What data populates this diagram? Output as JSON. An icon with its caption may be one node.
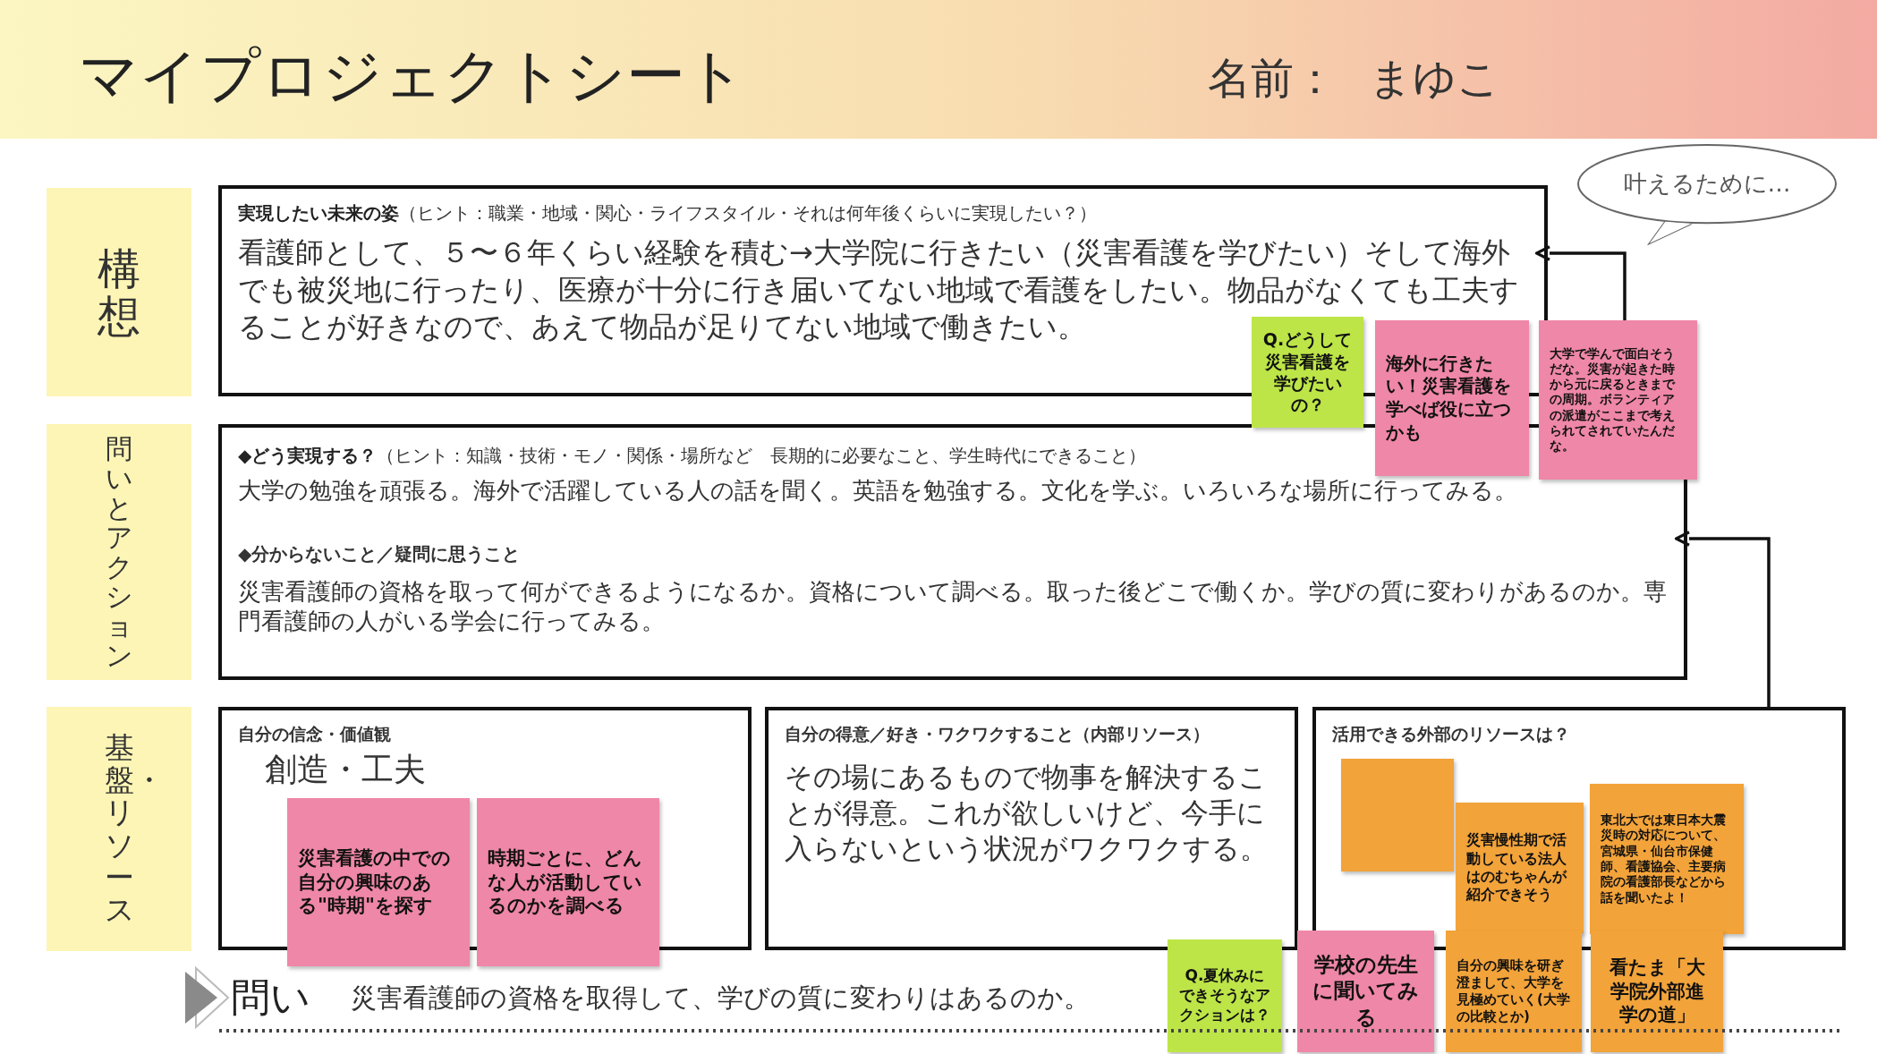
{
  "diagram": {
    "title": "マイプロジェクトシート",
    "nodes": [
      {
        "text": [
          "構想"
        ]
      },
      {
        "text": [
          "**実現したい未来の姿**（ヒント：職業・地域・関心・ライフスタイル・それは何年後くらいに実現したい？）",
          "看護師として、５〜６年くらい経験を積む→大学院に行きたい（災害看護を学びたい）そして海外でも被災地に行ったり、医療が十分に行き届いてない地域で看護をしたい。物品がなくても工夫することが好きなので、あえて物品が足りてない地域で働きたい。"
        ]
      },
      {
        "text": [
          "Q.どうして災害看護を学びたいの？"
        ]
      },
      {
        "text": [
          "海外に行きたい！災害看護を学べば役に立つかも"
        ]
      },
      {
        "text": [
          "大学で学んで面白そうだな。災害が起きた時から元に戻るときまでの周期。ボランティアの派遣がここまで考えられてされていたんだな。"
        ]
      },
      {
        "text": [
          "叶えるために…"
        ]
      },
      {
        "text": [
          "問いとアクション"
        ]
      },
      {
        "text": [
          "**◆どう実現する？**（ヒント：知識・技術・モノ・関係・場所など　長期的に必要なこと、学生時代にできること）",
          "大学の勉強を頑張る。海外で活躍している人の話を聞く。英語を勉強する。文化を学ぶ。いろいろな場所に行ってみる。",
          "◆分からないこと／疑問に思うこと",
          "災害看護師の資格を取って何ができるようになるか。資格について調べる。取った後どこで働くか。学びの質に変わりがあるのか。専門看護師の人がいる学会に行ってみる。"
        ]
      },
      {
        "text": [
          "基盤・リソース"
        ]
      },
      {
        "text": [
          "自分の信念・価値観",
          "創造・工夫"
        ]
      },
      {
        "text": [
          "災害看護の中での自分の興味のある\"時期\"を探す"
        ]
      },
      {
        "text": [
          "時期ごとに、どんな人が活動しているのかを調べる"
        ]
      },
      {
        "text": [
          "自分の得意／好き・ワクワクすること（内部リソース）",
          "その場にあるもので物事を解決することが得意。これが欲しいけど、今手に入らないという状況がワクワクする。"
        ]
      },
      {
        "text": [
          "活用できる外部のリソースは？"
        ]
      },
      {
        "text": [],
        "shape": "box",
        "in": 13
      },
      {
        "text": [
          "災害慢性期で活動している法人はのむちゃんが紹介できそう"
        ],
        "in": 13
      },
      {
        "text": [
          "東北大では東日本大震災時の対応について、宮城県・仙台市保健師、看護協会、主要病院の看護部長などから話を聞いたよ！"
        ],
        "in": 13
      },
      {
        "text": [
          "Q.夏休みにできそうなアクションは？"
        ]
      },
      {
        "text": [
          "学校の先生に聞いてみる"
        ]
      },
      {
        "text": [
          "自分の興味を研ぎ澄まして、大学を見極めていく(大学の比較とか)"
        ]
      },
      {
        "text": [
          "看たま「大学院外部進学の道」"
        ]
      }
    ],
    "edges": [
      {
        "from": 4,
        "to": 1,
        "arrow": "to"
      },
      {
        "from": 13,
        "to": 7,
        "arrow": "to"
      }
    ],
    "labels": [
      "名前：",
      "まゆこ",
      "問い",
      "災害看護師の資格を取得して、学びの質に変わりはあるのか。"
    ]
  }
}
